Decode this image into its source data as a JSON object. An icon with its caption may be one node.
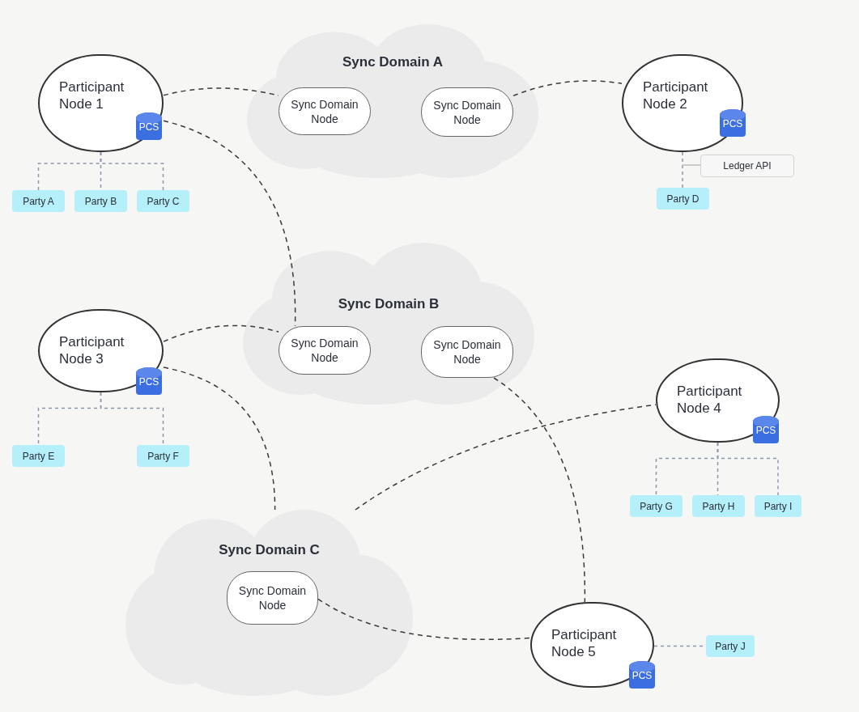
{
  "diagram": {
    "nodes": [
      {
        "text": [
          "Sync Domain A"
        ]
      },
      {
        "text": [
          "Sync Domain Node"
        ],
        "in": 0
      },
      {
        "text": [
          "Sync Domain Node"
        ],
        "in": 0
      },
      {
        "text": [
          "Participant Node 1"
        ]
      },
      {
        "text": [
          "PCS"
        ],
        "in": 3
      },
      {
        "text": [
          "Participant Node 2"
        ]
      },
      {
        "text": [
          "PCS"
        ],
        "in": 5
      },
      {
        "text": [
          "Party A"
        ]
      },
      {
        "text": [
          "Party B"
        ]
      },
      {
        "text": [
          "Party C"
        ]
      },
      {
        "text": [
          "Party D"
        ]
      },
      {
        "text": [
          "Sync Domain B"
        ]
      },
      {
        "text": [
          "Sync Domain Node"
        ],
        "in": 11
      },
      {
        "text": [
          "Sync Domain Node"
        ],
        "in": 11
      },
      {
        "text": [
          "Participant Node 3"
        ]
      },
      {
        "text": [
          "PCS"
        ],
        "in": 14
      },
      {
        "text": [
          "Party E"
        ]
      },
      {
        "text": [
          "Party F"
        ]
      },
      {
        "text": [
          "Participant Node 4"
        ]
      },
      {
        "text": [
          "PCS"
        ],
        "in": 18
      },
      {
        "text": [
          "Party G"
        ]
      },
      {
        "text": [
          "Party H"
        ]
      },
      {
        "text": [
          "Party I"
        ]
      },
      {
        "text": [
          "Sync Domain C"
        ]
      },
      {
        "text": [
          "Sync Domain Node"
        ],
        "in": 23
      },
      {
        "text": [
          "Participant Node 5"
        ]
      },
      {
        "text": [
          "PCS"
        ],
        "in": 25
      },
      {
        "text": [
          "Party J"
        ]
      }
    ],
    "edges": [
      {
        "from": 3,
        "to": 1,
        "arrow": "none",
        "style": "dashed",
        "color": "#3a3a3a"
      },
      {
        "from": 2,
        "to": 5,
        "arrow": "none",
        "style": "dashed",
        "color": "#3a3a3a"
      },
      {
        "from": 3,
        "to": 12,
        "arrow": "none",
        "style": "dashed",
        "color": "#3a3a3a"
      },
      {
        "from": 14,
        "to": 12,
        "arrow": "none",
        "style": "dashed",
        "color": "#3a3a3a"
      },
      {
        "from": 14,
        "to": 23,
        "arrow": "none",
        "style": "dashed",
        "color": "#3a3a3a"
      },
      {
        "from": 13,
        "to": 25,
        "arrow": "none",
        "style": "dashed",
        "color": "#3a3a3a"
      },
      {
        "from": 23,
        "to": 18,
        "arrow": "none",
        "style": "dashed",
        "color": "#3a3a3a"
      },
      {
        "from": 24,
        "to": 25,
        "arrow": "none",
        "style": "dashed",
        "color": "#3a3a3a"
      },
      {
        "from": 3,
        "to": 7,
        "arrow": "none",
        "style": "dashed"
      },
      {
        "from": 3,
        "to": 8,
        "arrow": "none",
        "style": "dashed"
      },
      {
        "from": 3,
        "to": 9,
        "arrow": "none",
        "style": "dashed"
      },
      {
        "from": 5,
        "to": 10,
        "arrow": "none",
        "style": "dashed",
        "label": "Ledger API"
      },
      {
        "from": 14,
        "to": 16,
        "arrow": "none",
        "style": "dashed"
      },
      {
        "from": 14,
        "to": 17,
        "arrow": "none",
        "style": "dashed"
      },
      {
        "from": 18,
        "to": 20,
        "arrow": "none",
        "style": "dashed"
      },
      {
        "from": 18,
        "to": 21,
        "arrow": "none",
        "style": "dashed"
      },
      {
        "from": 18,
        "to": 22,
        "arrow": "none",
        "style": "dashed"
      },
      {
        "from": 25,
        "to": 27,
        "arrow": "none",
        "style": "dashed"
      }
    ]
  }
}
